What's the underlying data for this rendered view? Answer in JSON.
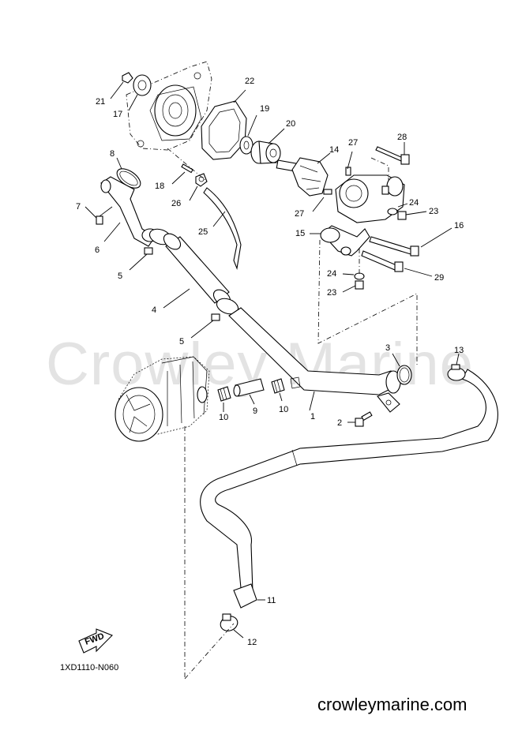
{
  "watermark": "Crowley Marine",
  "diagram_code": "1XD1110-N060",
  "website": "crowleymarine.com",
  "fwd_label": "FWD",
  "callouts": {
    "c21": "21",
    "c17": "17",
    "c22": "22",
    "c19": "19",
    "c20": "20",
    "c8": "8",
    "c18": "18",
    "c26": "26",
    "c14": "14",
    "c27a": "27",
    "c28": "28",
    "c7": "7",
    "c25": "25",
    "c27b": "27",
    "c24a": "24",
    "c23a": "23",
    "c6": "6",
    "c15": "15",
    "c16": "16",
    "c5a": "5",
    "c24b": "24",
    "c29": "29",
    "c23b": "23",
    "c4": "4",
    "c5b": "5",
    "c3": "3",
    "c13": "13",
    "c10a": "10",
    "c9": "9",
    "c10b": "10",
    "c1": "1",
    "c2": "2",
    "c11": "11",
    "c12": "12"
  }
}
